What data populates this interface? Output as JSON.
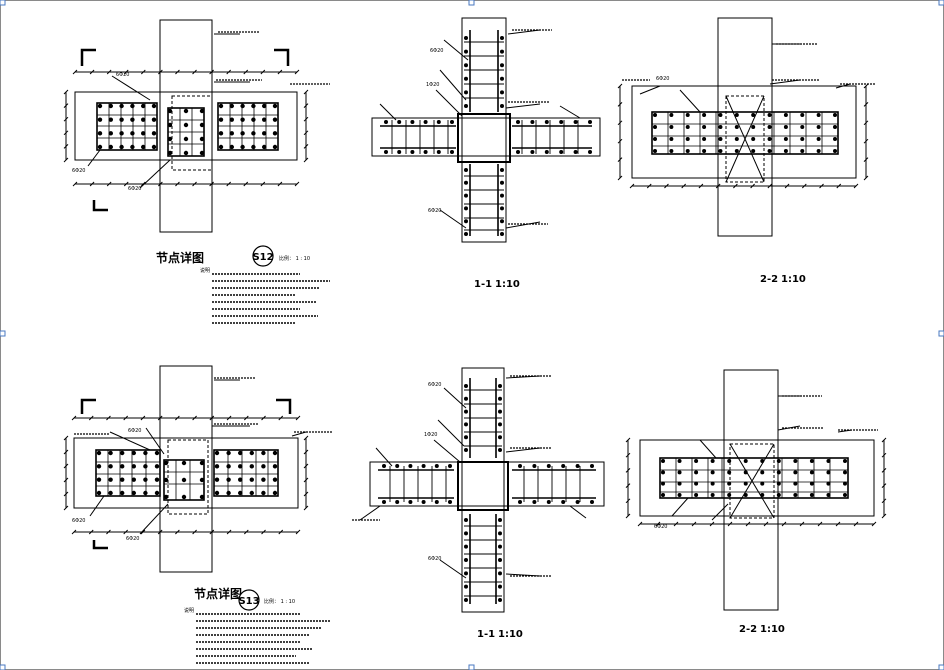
{
  "sheets": [
    {
      "plan_title": "节点详图",
      "badge": "S12",
      "scale_note": "比例： 1 : 10",
      "notes_head": "说明",
      "section_1_label": "1-1",
      "section_1_scale": "1:10",
      "section_2_label": "2-2",
      "section_2_scale": "1:10",
      "rebar_labels": [
        "6Φ20",
        "6Φ20",
        "6Φ20",
        "6Φ20",
        "6Φ20",
        "1Φ20",
        "6Φ20"
      ]
    },
    {
      "plan_title": "节点详图",
      "badge": "S13",
      "scale_note": "比例： 1 : 10",
      "notes_head": "说明",
      "section_1_label": "1-1",
      "section_1_scale": "1:10",
      "section_2_label": "2-2",
      "section_2_scale": "1:10",
      "rebar_labels": [
        "6Φ20",
        "6Φ20",
        "6Φ20",
        "6Φ20",
        "6Φ20",
        "1Φ20",
        "6Φ20"
      ]
    }
  ],
  "colors": {
    "line": "#000000",
    "background": "#ffffff",
    "frame": "#8a8a8a",
    "handle": "#4a78c2"
  }
}
